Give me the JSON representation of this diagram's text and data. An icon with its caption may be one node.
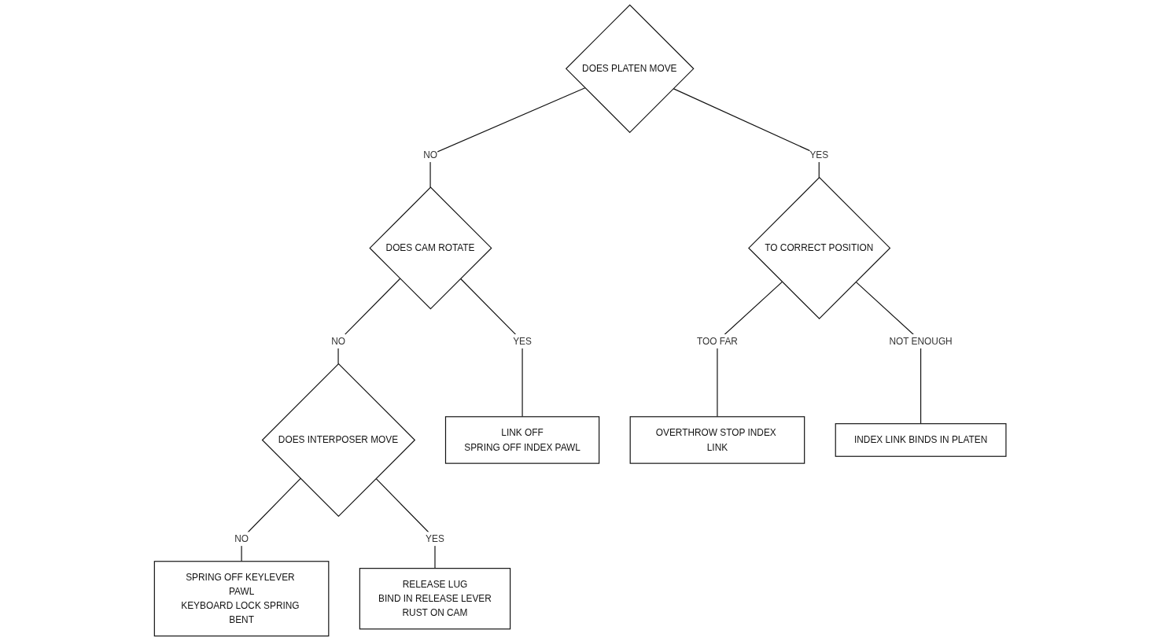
{
  "diagram": {
    "nodes": [
      {
        "text": [
          "DOES PLATEN MOVE"
        ]
      },
      {
        "text": [
          "DOES CAM ROTATE"
        ]
      },
      {
        "text": [
          "TO CORRECT POSITION"
        ]
      },
      {
        "text": [
          "DOES INTERPOSER MOVE"
        ]
      },
      {
        "text": [
          "LINK OFF",
          "SPRING OFF INDEX PAWL"
        ]
      },
      {
        "text": [
          "OVERTHROW STOP INDEX LINK"
        ]
      },
      {
        "text": [
          "RELEASE LUG",
          "BIND IN RELEASE LEVER",
          "RUST ON CAM"
        ]
      },
      {
        "text": [
          "INDEX LINK BINDS IN PLATEN"
        ]
      },
      {
        "text": [
          "SPRING OFF KEYLEVER PAWL",
          "KEYBOARD LOCK SPRING BENT"
        ]
      }
    ],
    "edges": [
      {
        "from": 0,
        "to": 1,
        "arrow": "none",
        "label": "NO"
      },
      {
        "from": 0,
        "to": 2,
        "arrow": "none",
        "label": "YES"
      },
      {
        "from": 1,
        "to": 3,
        "arrow": "none",
        "label": "NO"
      },
      {
        "from": 1,
        "to": 4,
        "arrow": "none",
        "label": "YES"
      },
      {
        "from": 2,
        "to": 7,
        "arrow": "none",
        "label": "NOT ENOUGH"
      },
      {
        "from": 2,
        "to": 5,
        "arrow": "none",
        "label": "TOO FAR"
      },
      {
        "from": 3,
        "to": 8,
        "arrow": "none",
        "label": "NO"
      },
      {
        "from": 3,
        "to": 6,
        "arrow": "none",
        "label": "YES"
      }
    ]
  }
}
